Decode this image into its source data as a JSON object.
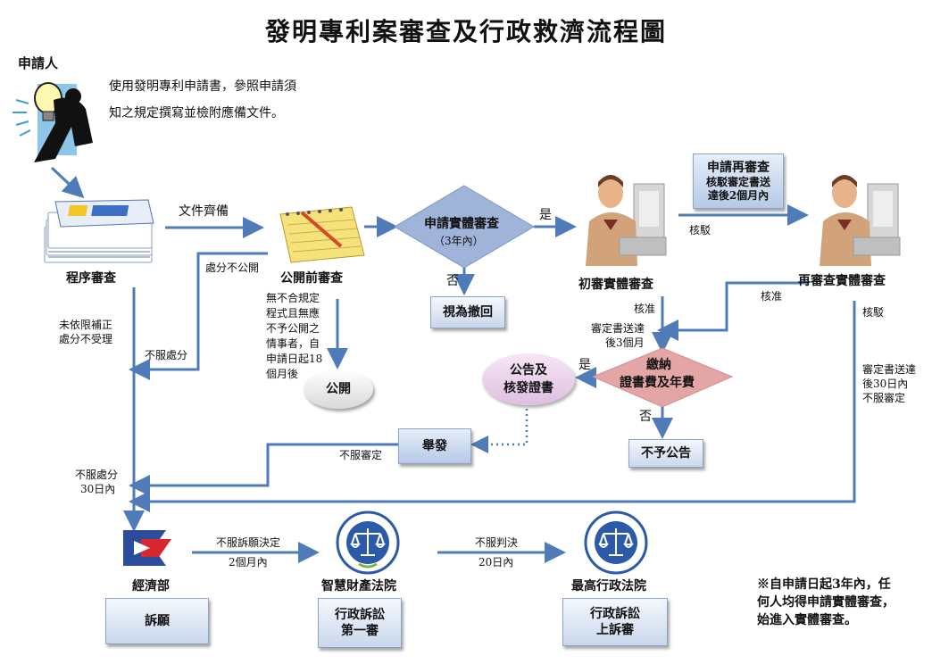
{
  "title": "發明專利案審查及行政救濟流程圖",
  "applicant": {
    "label": "申請人",
    "note_line1": "使用發明專利申請書，參照申請須",
    "note_line2": "知之規定撰寫並檢附應備文件。"
  },
  "nodes": {
    "procedural_review": "程序審查",
    "pre_publication_review": "公開前審查",
    "substantive_request_line1": "申請實體審查",
    "substantive_request_line2": "（3年內）",
    "deemed_withdrawn": "視為撤回",
    "first_examination": "初審實體審查",
    "re_examination": "再審查實體審查",
    "reexam_request_line1": "申請再審查",
    "reexam_request_line2": "核駁審定書送",
    "reexam_request_line3": "達後2個月內",
    "publication": "公開",
    "pay_fee_line1": "繳納",
    "pay_fee_line2": "證書費及年費",
    "announce_line1": "公告及",
    "announce_line2": "核發證書",
    "no_announce": "不予公告",
    "report": "舉發",
    "moea": "經濟部",
    "appeal": "訴願",
    "ip_court": "智慧財產法院",
    "admin_first_line1": "行政訴訟",
    "admin_first_line2": "第一審",
    "supreme_court": "最高行政法院",
    "admin_appeal_line1": "行政訴訟",
    "admin_appeal_line2": "上訴審"
  },
  "labels": {
    "docs_complete": "文件齊備",
    "yes1": "是",
    "no1": "否",
    "rejected1": "核駁",
    "approved1": "核准",
    "approved2": "核准",
    "rejected2": "核駁",
    "not_public_disposal": "處分不公開",
    "not_corrected_line1": "未依限補正",
    "not_corrected_line2": "處分不受理",
    "disagree_disposal": "不服處分",
    "pub_cond_line1": "無不合規定",
    "pub_cond_line2": "程式且無應",
    "pub_cond_line3": "不予公開之",
    "pub_cond_line4": "情事者，自",
    "pub_cond_line5": "申請日起18",
    "pub_cond_line6": "個月後",
    "decision_sent_line1": "審定書送達",
    "decision_sent_line2": "後3個月",
    "yes2": "是",
    "no2": "否",
    "reexam_sent_line1": "審定書送達",
    "reexam_sent_line2": "後30日內",
    "reexam_sent_line3": "不服審定",
    "disagree_decision": "不服審定",
    "disagree_30_line1": "不服處分",
    "disagree_30_line2": "30日內",
    "disagree_appeal_line1": "不服訴願決定",
    "disagree_appeal_line2": "2個月內",
    "disagree_judgment_line1": "不服判決",
    "disagree_judgment_line2": "20日內"
  },
  "footnote": {
    "line1": "※自申請日起3年內，任",
    "line2": "何人均得申請實體審查，",
    "line3": "始進入實體審查。"
  },
  "colors": {
    "arrow": "#4f7cb8",
    "diamond": "#9fb4d8",
    "pink_diamond": "#e3a5a5",
    "moea_red": "#d7282f",
    "moea_blue": "#2b4c9b"
  }
}
